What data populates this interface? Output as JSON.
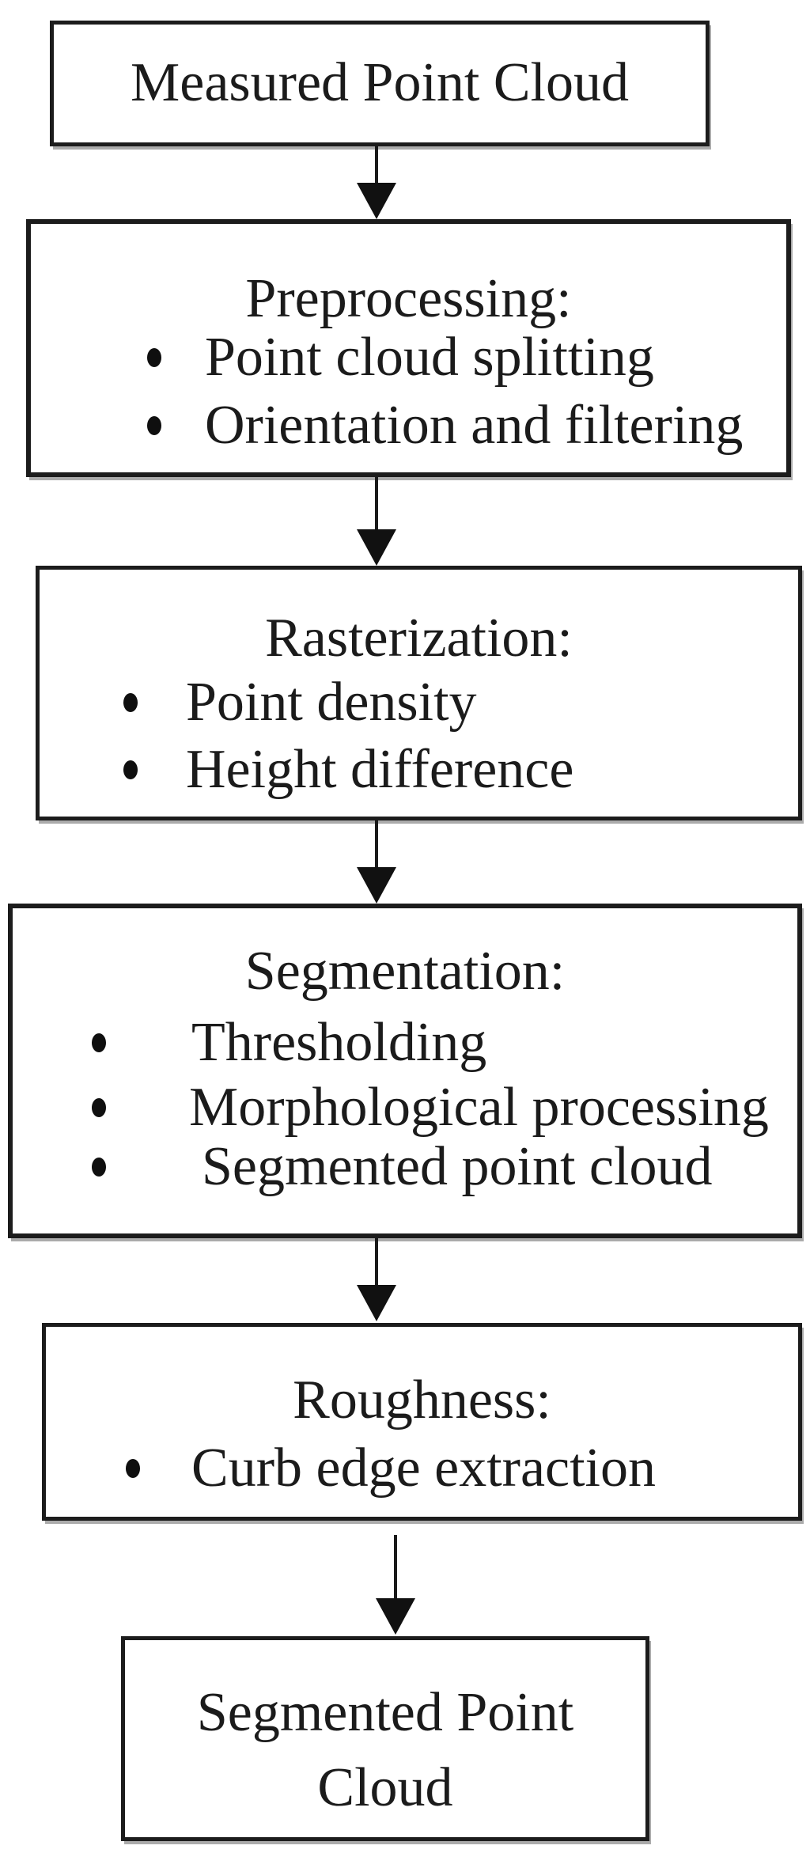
{
  "figure": {
    "type": "flowchart",
    "background_color": "#ffffff",
    "box_border_color": "#1c1c1c",
    "box_shadow_color": "#ababab",
    "text_color": "#1b1b1b",
    "arrow_color": "#111111",
    "bullet_icon": "filled-circle",
    "nodes": [
      {
        "id": "measured-point-cloud",
        "title": "Measured Point Cloud",
        "bullets": []
      },
      {
        "id": "preprocessing",
        "title": "Preprocessing:",
        "bullets": [
          "Point cloud splitting",
          "Orientation and filtering"
        ]
      },
      {
        "id": "rasterization",
        "title": "Rasterization:",
        "bullets": [
          "Point density",
          "Height difference"
        ]
      },
      {
        "id": "segmentation",
        "title": "Segmentation:",
        "bullets": [
          "Thresholding",
          "Morphological processing",
          "Segmented point cloud"
        ]
      },
      {
        "id": "roughness",
        "title": "Roughness:",
        "bullets": [
          "Curb edge extraction"
        ]
      },
      {
        "id": "segmented-point-cloud",
        "title": "Segmented Point Cloud",
        "title_line1": "Segmented Point",
        "title_line2": "Cloud",
        "bullets": []
      }
    ],
    "connections": [
      {
        "from": "measured-point-cloud",
        "to": "preprocessing",
        "style": "arrow-down"
      },
      {
        "from": "preprocessing",
        "to": "rasterization",
        "style": "arrow-down"
      },
      {
        "from": "rasterization",
        "to": "segmentation",
        "style": "arrow-down"
      },
      {
        "from": "segmentation",
        "to": "roughness",
        "style": "arrow-down"
      },
      {
        "from": "roughness",
        "to": "segmented-point-cloud",
        "style": "arrow-down"
      }
    ]
  }
}
